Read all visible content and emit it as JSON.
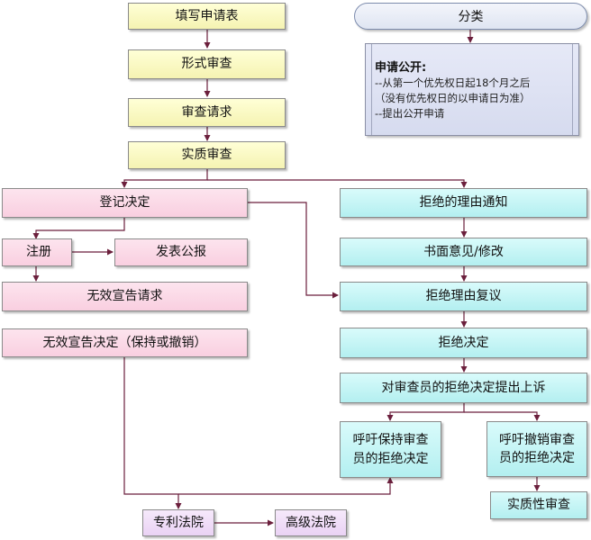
{
  "nodes": {
    "fill_form": "填写申请表",
    "formal_exam": "形式审查",
    "exam_request": "审查请求",
    "substantive_exam": "实质审查",
    "grant_decision": "登记决定",
    "register": "注册",
    "publish": "发表公报",
    "invalid_request": "无效宣告请求",
    "invalid_decision": "无效宣告决定（保持或撤销）",
    "rejection_notice": "拒绝的理由通知",
    "written_opinion": "书面意见/修改",
    "rejection_review": "拒绝理由复议",
    "rejection_decision": "拒绝决定",
    "appeal": "对审查员的拒绝决定提出上诉",
    "appeal_keep_1": "呼吁保持审查",
    "appeal_keep_2": "员的拒绝决定",
    "appeal_revoke_1": "呼吁撤销审查",
    "appeal_revoke_2": "员的拒绝决定",
    "resubstantive": "实质性审查",
    "patent_court": "专利法院",
    "high_court": "高级法院"
  },
  "classify": "分类",
  "note": {
    "title": "申请公开:",
    "lines": [
      "--从第一个优先权日起18个月之后",
      "（没有优先权日的以申请日为准）",
      "--提出公开申请"
    ]
  },
  "colors": {
    "yellow": "#f8f6bf",
    "pink": "#fad8e6",
    "cyan": "#c2f2f3",
    "lilac": "#eedaf6",
    "arrow": "#6b1f3c"
  }
}
